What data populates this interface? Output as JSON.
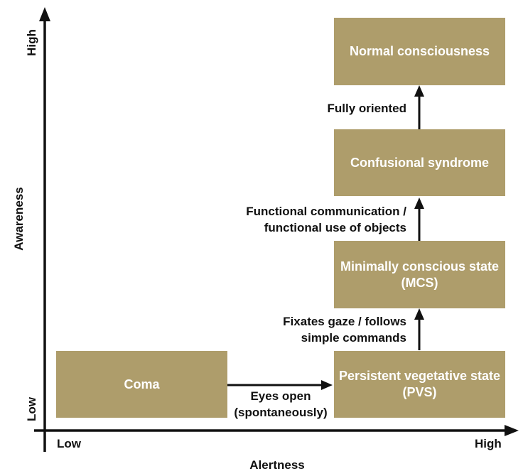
{
  "colors": {
    "box_fill": "#ae9d6b",
    "box_text": "#ffffff",
    "line": "#111111"
  },
  "axes": {
    "x_title": "Alertness",
    "y_title": "Awareness",
    "x_low": "Low",
    "x_high": "High",
    "y_low": "Low",
    "y_high": "High"
  },
  "states": {
    "coma": "Coma",
    "pvs": "Persistent vegetative state\n(PVS)",
    "mcs": "Minimally conscious state\n(MCS)",
    "confusional": "Confusional syndrome",
    "normal": "Normal consciousness"
  },
  "transitions": {
    "eyes_open": "Eyes open\n(spontaneously)",
    "fixates_gaze": "Fixates gaze / follows\nsimple commands",
    "functional": "Functional communication /\nfunctional use of objects",
    "fully_oriented": "Fully oriented"
  }
}
